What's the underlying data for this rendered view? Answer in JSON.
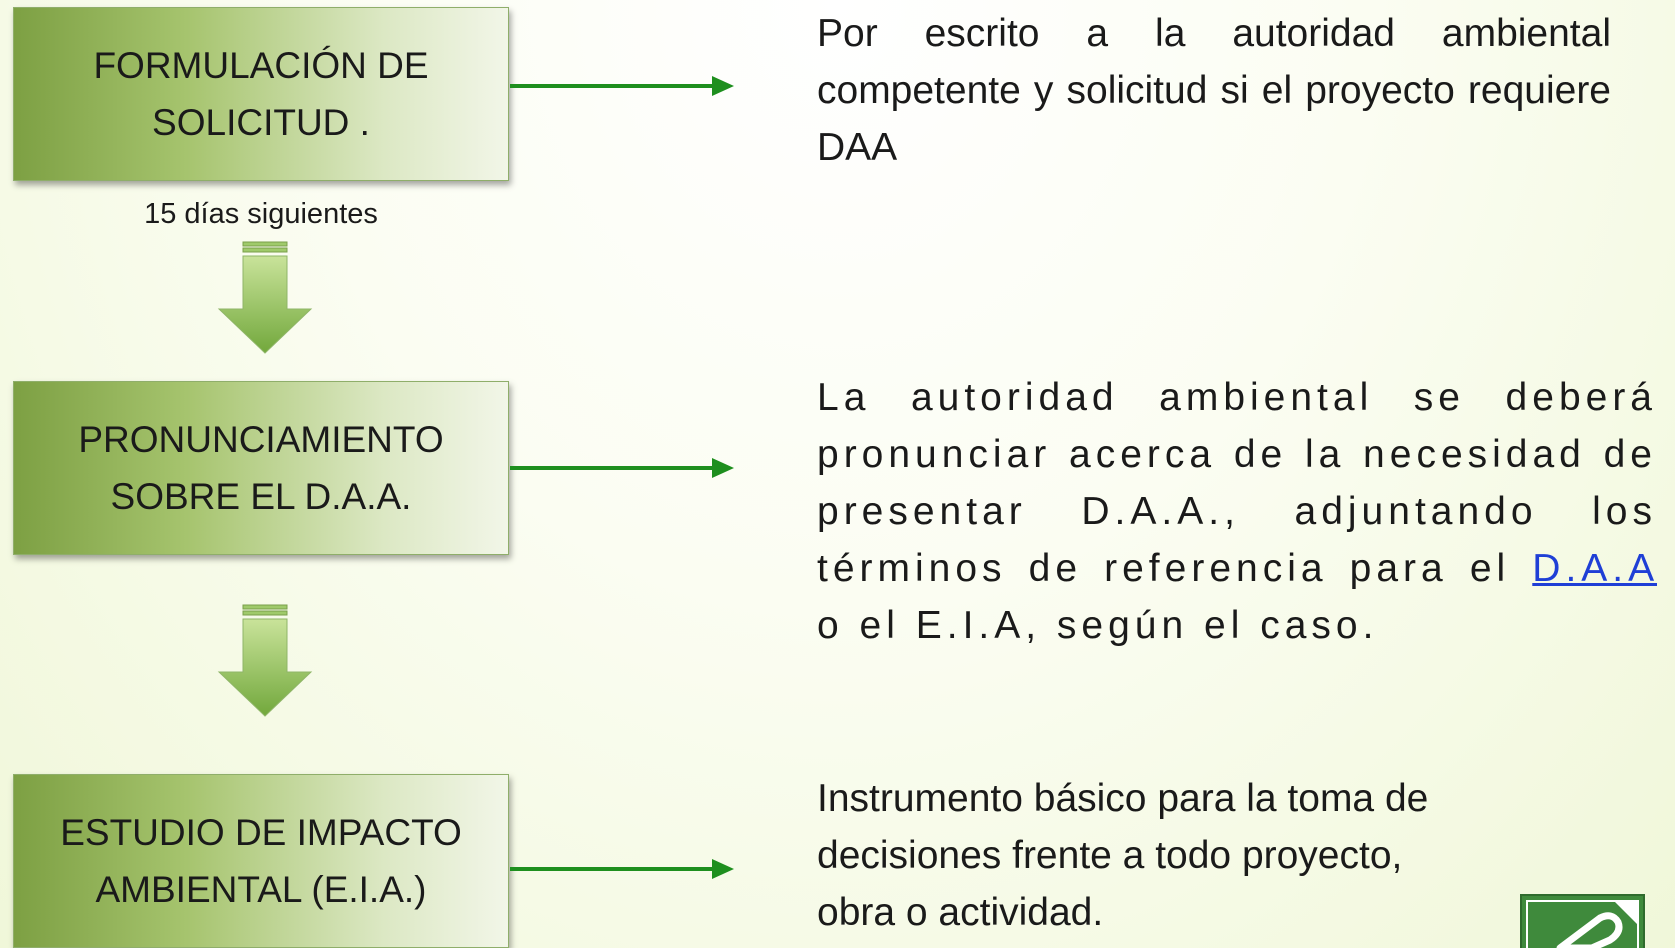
{
  "steps": [
    {
      "label_line1": "FORMULACIÓN DE",
      "label_line2": "SOLICITUD ."
    },
    {
      "label_line1": "PRONUNCIAMIENTO",
      "label_line2": "SOBRE EL D.A.A."
    },
    {
      "label_line1": "ESTUDIO DE IMPACTO",
      "label_line2": "AMBIENTAL (E.I.A.)"
    }
  ],
  "between_label": "15 días siguientes",
  "descriptions": {
    "d1": "Por escrito a la autoridad ambiental competente y solicitud si el proyecto requiere DAA",
    "d2_before": "La autoridad ambiental se deberá pronunciar acerca de la necesidad de presentar D.A.A., adjuntando los términos de referencia para el ",
    "d2_link": "D.A.A",
    "d2_after": " o el E.I.A, según el caso.",
    "d3": "Instrumento básico para la toma de decisiones frente a todo proyecto, obra o actividad."
  },
  "icons": {
    "corner": "pencil-icon"
  },
  "colors": {
    "arrow": "#1e8f1e",
    "box_dark": "#7da043",
    "down_arrow": "#7fb34a",
    "link": "#1f3fd6"
  }
}
